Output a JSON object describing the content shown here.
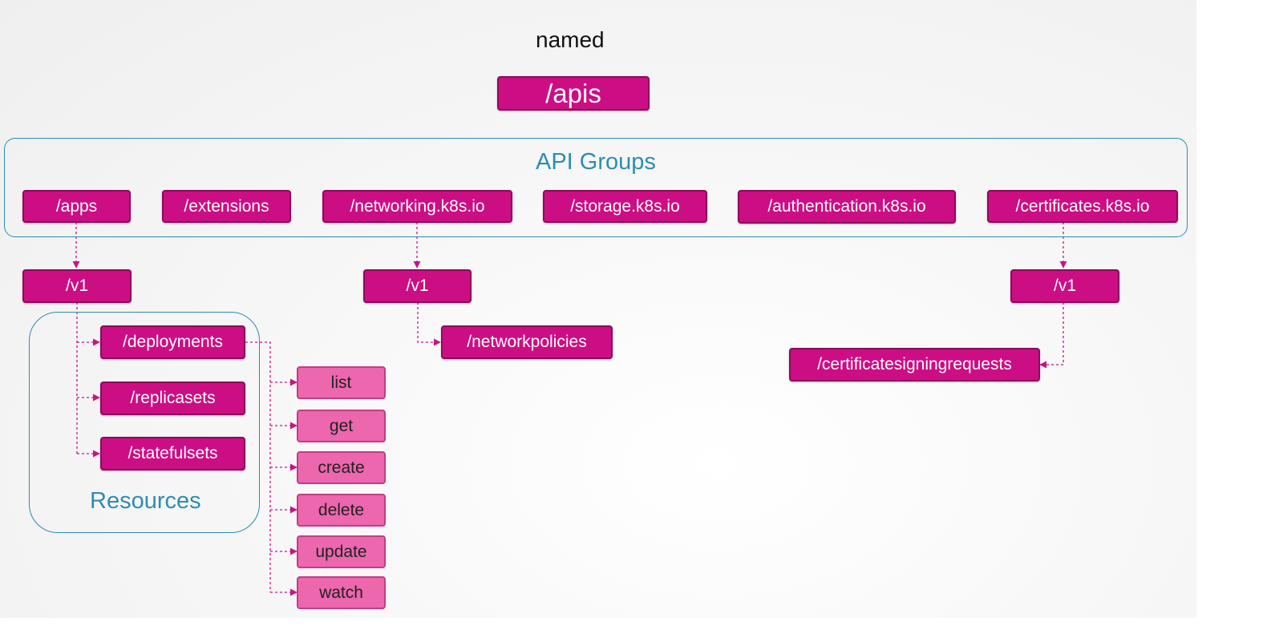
{
  "header": {
    "title": "named",
    "root": "/apis"
  },
  "groups_container": {
    "label": "API Groups"
  },
  "api_groups": [
    {
      "id": "apps",
      "label": "/apps"
    },
    {
      "id": "extensions",
      "label": "/extensions"
    },
    {
      "id": "networking",
      "label": "/networking.k8s.io"
    },
    {
      "id": "storage",
      "label": "/storage.k8s.io"
    },
    {
      "id": "authentication",
      "label": "/authentication.k8s.io"
    },
    {
      "id": "certificates",
      "label": "/certificates.k8s.io"
    }
  ],
  "versions": {
    "apps": "/v1",
    "networking": "/v1",
    "certificates": "/v1"
  },
  "resources_container": {
    "label": "Resources"
  },
  "resources": {
    "apps": [
      "/deployments",
      "/replicasets",
      "/statefulsets"
    ],
    "networking": [
      "/networkpolicies"
    ],
    "certificates": [
      "/certificatesigningrequests"
    ]
  },
  "verbs": [
    "list",
    "get",
    "create",
    "delete",
    "update",
    "watch"
  ],
  "colors": {
    "node": "#cc0e84",
    "verb": "#ec67ad",
    "connector": "#c71585",
    "group_border": "#2d8db1"
  }
}
